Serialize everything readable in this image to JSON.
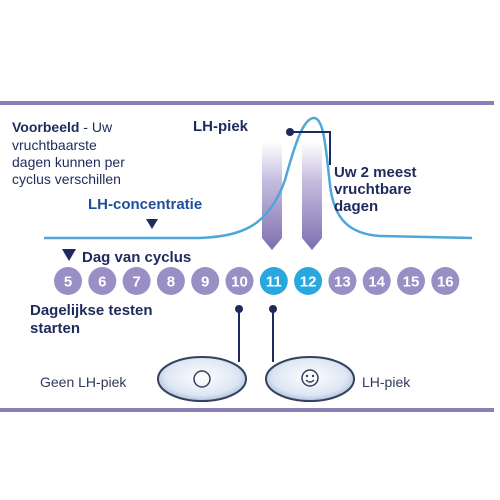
{
  "example": {
    "bold": "Voorbeeld",
    "text_line1": " - Uw",
    "text_line2": "vruchtbaarste",
    "text_line3": "dagen kunnen per",
    "text_line4": "cyclus verschillen"
  },
  "lh_peak_label": "LH-piek",
  "fertile_days": {
    "line1": "Uw 2 meest",
    "line2": "vruchtbare",
    "line3": "dagen"
  },
  "lh_concentration_label": "LH-concentratie",
  "cycle_day_label": "Dag van cyclus",
  "days": [
    {
      "label": "5",
      "state": "normal"
    },
    {
      "label": "6",
      "state": "normal"
    },
    {
      "label": "7",
      "state": "normal"
    },
    {
      "label": "8",
      "state": "normal"
    },
    {
      "label": "9",
      "state": "normal"
    },
    {
      "label": "10",
      "state": "normal"
    },
    {
      "label": "11",
      "state": "peak"
    },
    {
      "label": "12",
      "state": "peak"
    },
    {
      "label": "13",
      "state": "normal"
    },
    {
      "label": "14",
      "state": "normal"
    },
    {
      "label": "15",
      "state": "normal"
    },
    {
      "label": "16",
      "state": "normal"
    }
  ],
  "daily_testing": {
    "line1": "Dagelijkse testen",
    "line2": "starten"
  },
  "test_results": {
    "no_peak_label": "Geen LH-piek",
    "peak_label": "LH-piek",
    "no_peak_icon": "empty-circle-icon",
    "peak_icon": "smiley-face-icon"
  },
  "colors": {
    "frame_purple": "#8a80b8",
    "day_circle": "#9a8fc4",
    "peak_circle": "#29a7df",
    "curve": "#4fa6d8",
    "navy_text": "#1f2a5c"
  }
}
